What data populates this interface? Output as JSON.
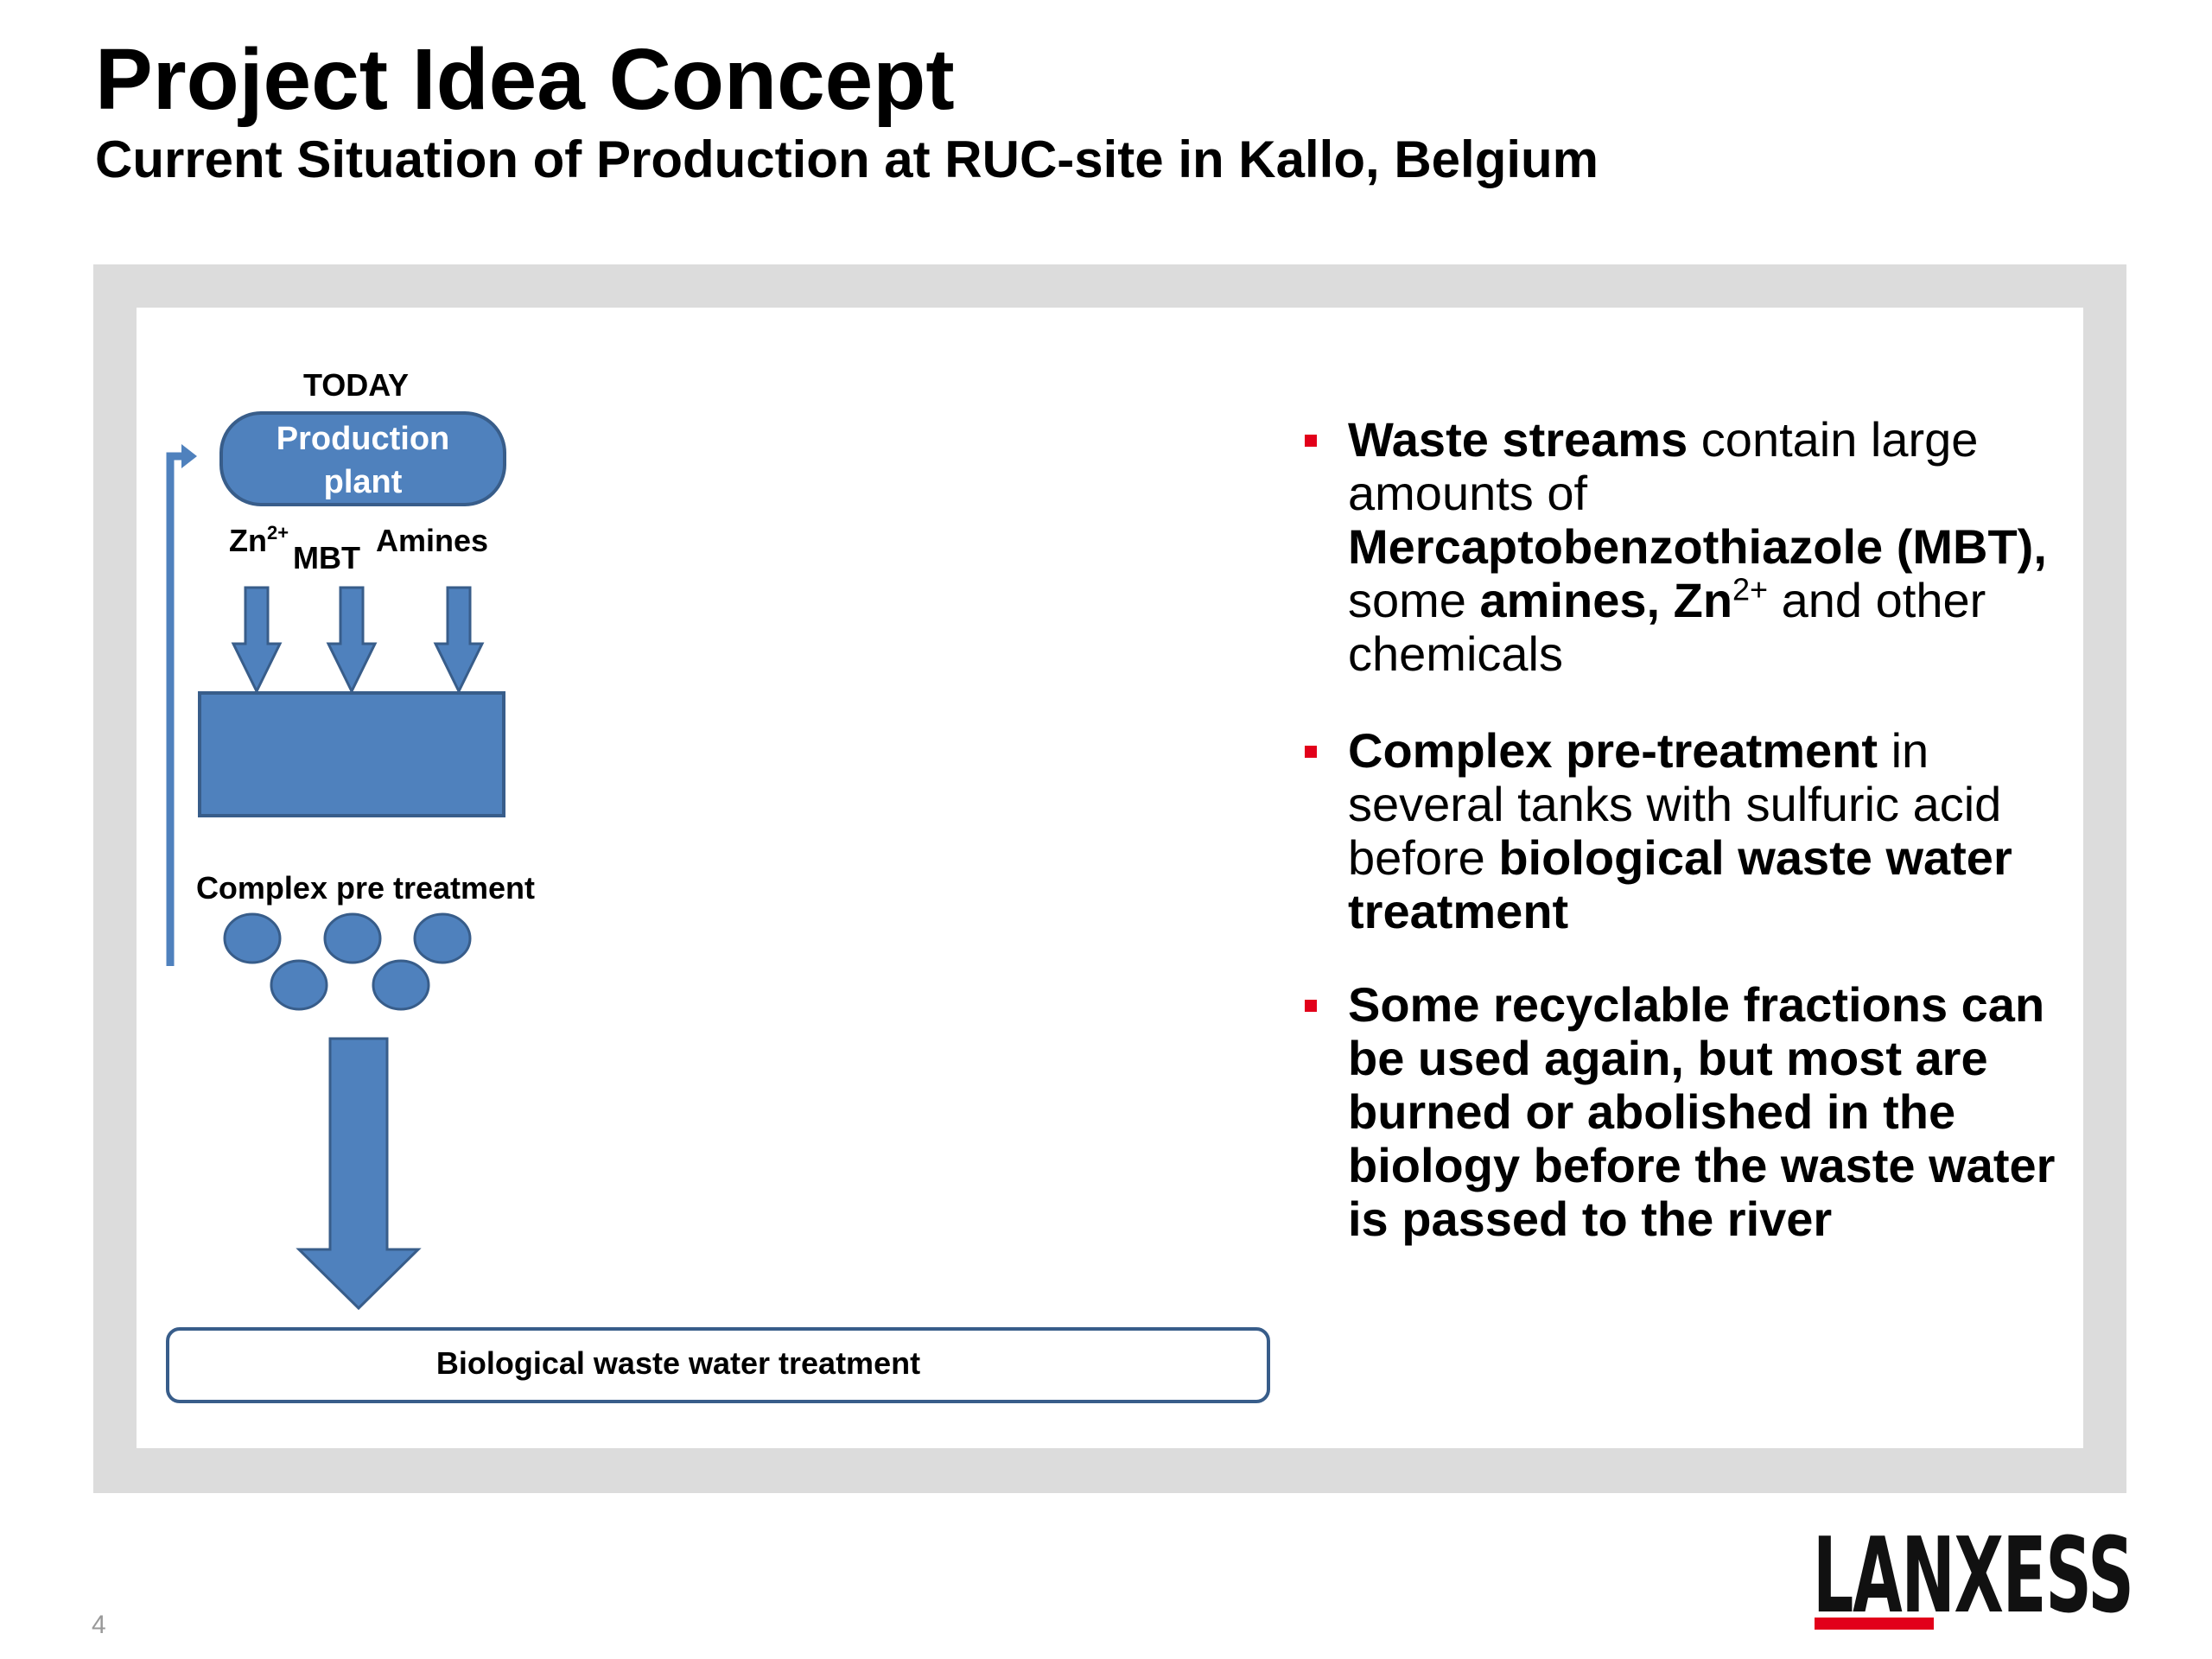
{
  "slide": {
    "title": "Project Idea Concept",
    "subtitle": "Current Situation of Production at RUC-site in Kallo, Belgium",
    "page_number": "4"
  },
  "diagram": {
    "today_label": "TODAY",
    "plant_line1": "Production",
    "plant_line2": "plant",
    "input_zn": "Zn",
    "input_zn_charge": "2+",
    "input_mbt": "MBT",
    "input_amines": "Amines",
    "pretreatment_label": "Complex pre treatment",
    "bio_treatment_label": "Biological waste water  treatment"
  },
  "bullets": {
    "b1_bold1": "Waste streams",
    "b1_text1": " contain large amounts of ",
    "b1_bold2": "Mercaptobenzothiazole (MBT),",
    "b1_text2": " some ",
    "b1_bold3": "amines, Zn",
    "b1_sup": "2+",
    "b1_text3": " and other chemicals",
    "b2_bold1": "Complex pre-treatment",
    "b2_text1": " in several tanks with sulfuric acid before ",
    "b2_bold2": "biological waste water treatment",
    "b3_bold1": "Some recyclable fractions can be used again, but most are burned or abolished in the biology before the waste water is passed to the river"
  },
  "logo": {
    "text": "LANXESS"
  },
  "colors": {
    "shape_fill": "#4f81bd",
    "shape_stroke": "#385d8a",
    "accent_red": "#e2001a",
    "panel_border": "#dcdcdc"
  }
}
